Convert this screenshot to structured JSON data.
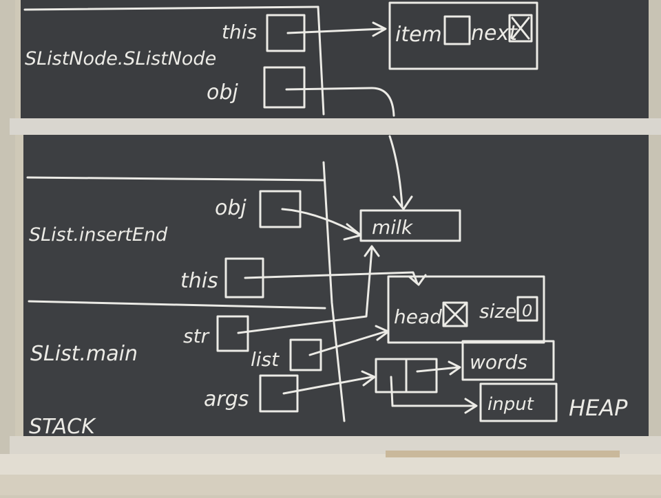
{
  "palette": {
    "board": "#3b3d40",
    "chalk": "#ecebe6",
    "frame": "#d9d6cf",
    "wall": "#cfc9b8",
    "tray": "#e2ddd2"
  },
  "top_board": {
    "frame_label": "SListNode.SListNode",
    "vars": {
      "this": "this",
      "obj": "obj"
    },
    "node": {
      "item": "item",
      "next": "next"
    }
  },
  "bottom_board": {
    "frames": {
      "insert_end": "SList.insertEnd",
      "main": "SList.main"
    },
    "vars": {
      "obj": "obj",
      "this": "this",
      "str": "str",
      "list": "list",
      "args": "args"
    },
    "strings": {
      "milk": "milk",
      "words": "words",
      "input": "input"
    },
    "slist": {
      "head": "head",
      "size": "size",
      "size_value": "0"
    },
    "region_labels": {
      "stack": "STACK",
      "heap": "HEAP"
    }
  }
}
